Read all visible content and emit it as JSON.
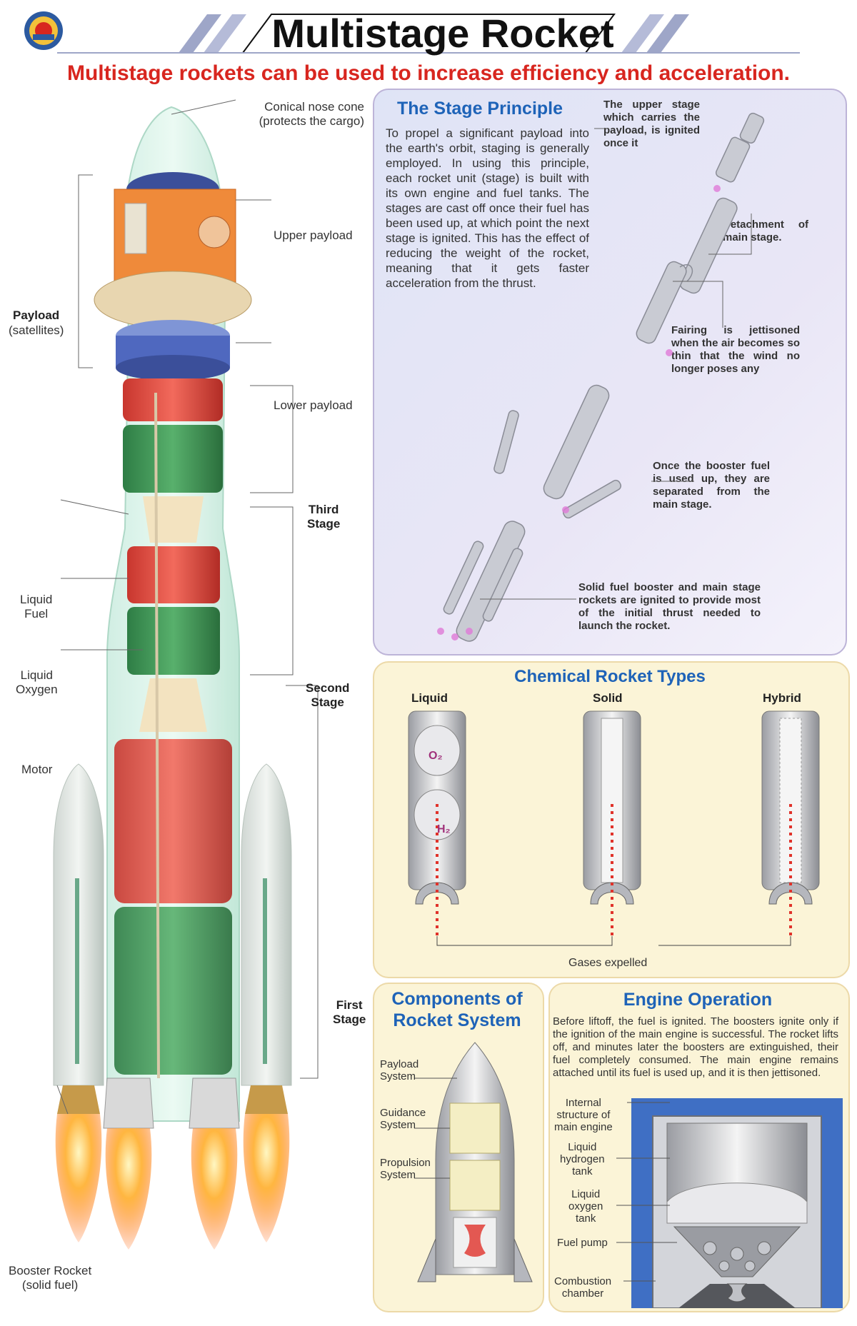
{
  "header": {
    "title": "Multistage Rocket",
    "subtitle": "Multistage rockets can be used to increase efficiency and acceleration."
  },
  "rocket_labels": {
    "nose_cone": "Conical nose cone\n(protects the cargo)",
    "upper_payload": "Upper payload",
    "lower_payload": "Lower payload",
    "payload_title": "Payload",
    "payload_sub": "(satellites)",
    "third_stage": "Third\nStage",
    "second_stage": "Second\nStage",
    "first_stage": "First\nStage",
    "liquid_fuel": "Liquid\nFuel",
    "liquid_oxygen": "Liquid\nOxygen",
    "motor": "Motor",
    "booster": "Booster Rocket\n(solid fuel)"
  },
  "stage_principle": {
    "title": "The Stage Principle",
    "body": "To propel a significant payload into the earth's orbit, staging is generally employed. In using this principle, each rocket unit (stage) is built with its own engine and fuel tanks. The stages are cast off once their fuel has been used up, at which point the next stage is ignited. This has the effect of reducing the weight of the rocket, meaning that it gets faster acceleration from the thrust.",
    "note_upper": "The upper stage which carries the payload, is ignited once it",
    "note_detach": "Detachment of main stage.",
    "note_fairing": "Fairing is jettisoned when the air becomes so thin that the wind no longer poses any",
    "note_booster": "Once the booster fuel is used up, they are separated from the main stage.",
    "note_solid": "Solid fuel booster and main stage rockets are ignited to provide most of the initial thrust needed to launch the rocket."
  },
  "rocket_types": {
    "title": "Chemical Rocket Types",
    "liquid": "Liquid",
    "solid": "Solid",
    "hybrid": "Hybrid",
    "o2": "O₂",
    "h2": "H₂",
    "gases": "Gases expelled"
  },
  "components": {
    "title": "Components of\nRocket System",
    "payload": "Payload\nSystem",
    "guidance": "Guidance\nSystem",
    "propulsion": "Propulsion\nSystem"
  },
  "engine": {
    "title": "Engine Operation",
    "body": "Before liftoff, the fuel is ignited. The boosters ignite only if the ignition of the main engine is successful. The rocket lifts off, and minutes later the boosters are extinguished, their fuel completely consumed. The main engine remains attached until its fuel is used up, and it is then jettisoned.",
    "internal": "Internal\nstructure of\nmain engine",
    "hydrogen": "Liquid\nhydrogen\ntank",
    "oxygen": "Liquid\noxygen\ntank",
    "pump": "Fuel pump",
    "chamber": "Combustion\nchamber"
  },
  "colors": {
    "accent_red": "#d8261f",
    "heading_blue": "#1e63b8",
    "panel_yellow": "#fbf4d7",
    "panel_lavender": "#e2e3f5"
  }
}
